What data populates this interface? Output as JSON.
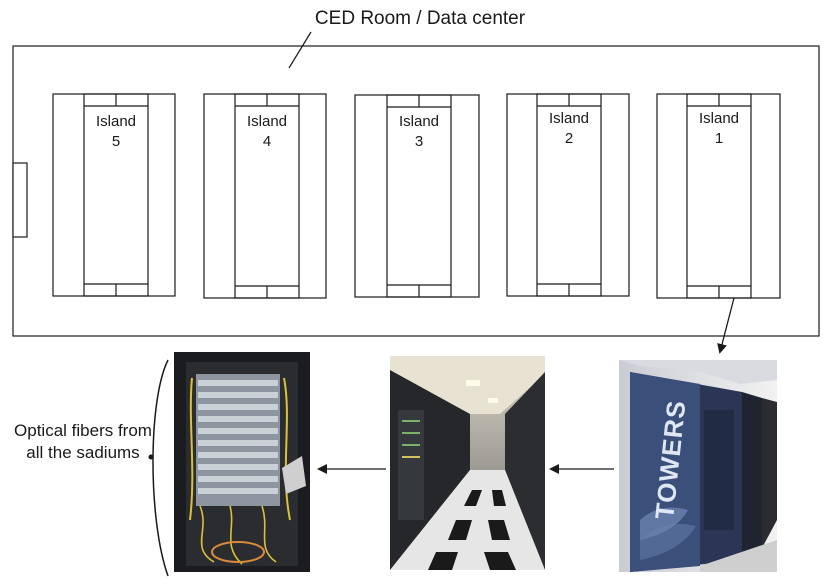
{
  "diagram": {
    "title": "CED Room / Data center",
    "islands": [
      {
        "name": "Island",
        "number": "5"
      },
      {
        "name": "Island",
        "number": "4"
      },
      {
        "name": "Island",
        "number": "3"
      },
      {
        "name": "Island",
        "number": "2"
      },
      {
        "name": "Island",
        "number": "1"
      }
    ],
    "fiber_caption": "Optical fibers from all the sadiums",
    "photo_banner_text": "TOWERS"
  },
  "colors": {
    "line": "#1a1a1a",
    "rack_dark": "#1f2124",
    "banner_blue": "#3a4f7a",
    "fiber_yellow": "#d9c23a",
    "floor_light": "#e8e8e8"
  }
}
